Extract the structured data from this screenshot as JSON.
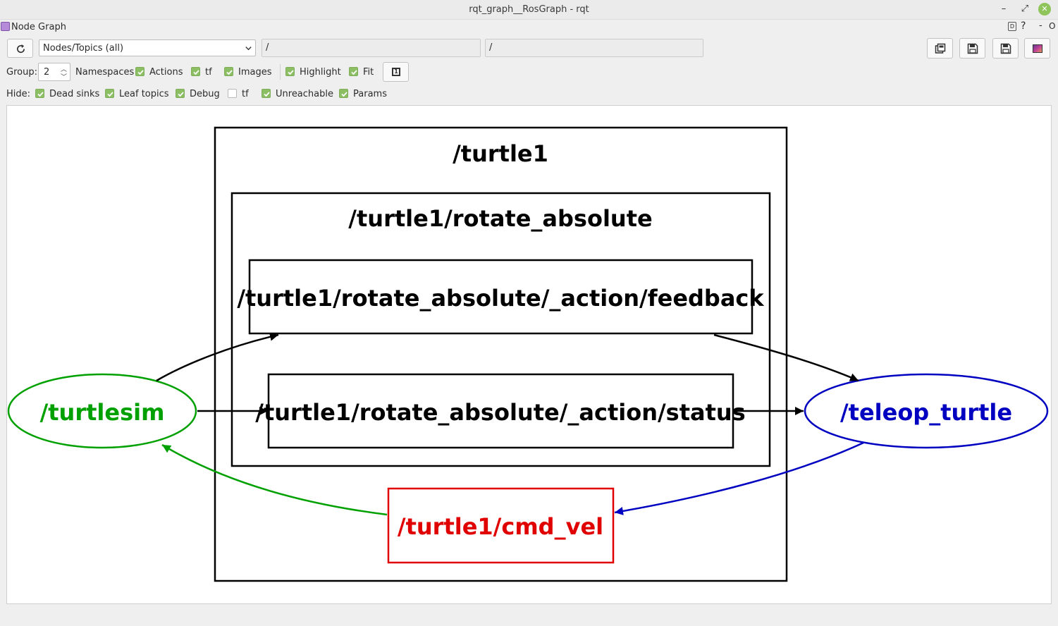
{
  "window": {
    "title": "rqt_graph__RosGraph - rqt",
    "minimize_glyph": "–",
    "maximize_glyph": "⤢",
    "close_glyph": "✕"
  },
  "dock": {
    "title": "Node Graph",
    "help_glyph": "?",
    "minimize_glyph": "-",
    "close_glyph": "O"
  },
  "toolbar": {
    "refresh_icon": "refresh-icon",
    "graph_type": "Nodes/Topics (all)",
    "node_filter": "/",
    "topic_filter": "/",
    "buttons": [
      "load-dot-icon",
      "save-dot-icon",
      "save-svg-icon",
      "save-image-icon"
    ]
  },
  "group_row": {
    "group_label": "Group:",
    "group_value": "2",
    "namespaces_label": "Namespaces",
    "options": [
      {
        "label": "Actions",
        "checked": true
      },
      {
        "label": "tf",
        "checked": true
      },
      {
        "label": "Images",
        "checked": true
      },
      {
        "label": "Highlight",
        "checked": true
      },
      {
        "label": "Fit",
        "checked": true
      }
    ]
  },
  "hide_row": {
    "hide_label": "Hide:",
    "options": [
      {
        "label": "Dead sinks",
        "checked": true
      },
      {
        "label": "Leaf topics",
        "checked": true
      },
      {
        "label": "Debug",
        "checked": true
      },
      {
        "label": "tf",
        "checked": false
      },
      {
        "label": "Unreachable",
        "checked": true
      },
      {
        "label": "Params",
        "checked": true
      }
    ]
  },
  "graph": {
    "namespace_outer": "/turtle1",
    "namespace_inner": "/turtle1/rotate_absolute",
    "topics": {
      "feedback": "/turtle1/rotate_absolute/_action/feedback",
      "status": "/turtle1/rotate_absolute/_action/status",
      "cmd_vel": "/turtle1/cmd_vel"
    },
    "nodes": {
      "turtlesim": "/turtlesim",
      "teleop": "/teleop_turtle"
    },
    "colors": {
      "turtlesim": "#00a000",
      "teleop": "#0000c0",
      "cmd_vel": "#e00000",
      "default": "#000000"
    }
  }
}
